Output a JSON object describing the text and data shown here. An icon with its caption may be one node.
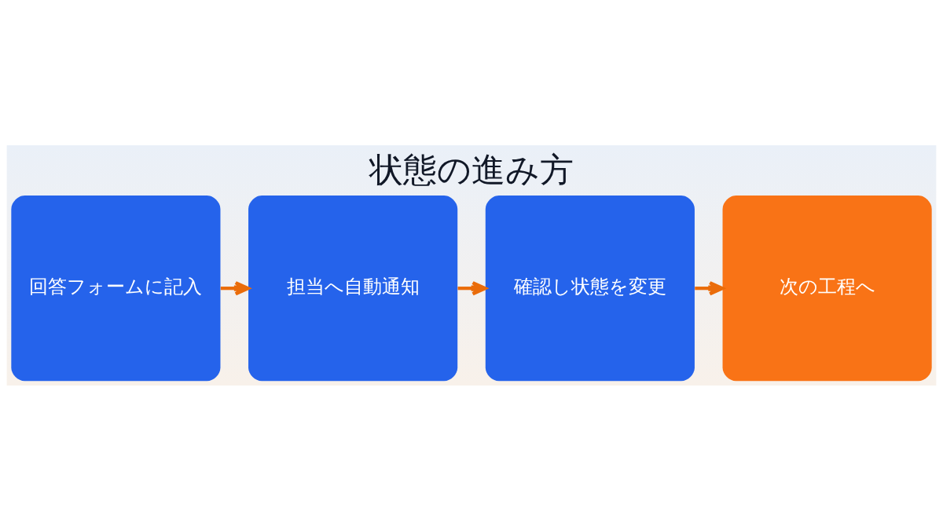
{
  "diagram": {
    "title": "状態の進み方",
    "nodes": [
      {
        "text": [
          "回答フォームに記入"
        ]
      },
      {
        "text": [
          "担当へ自動通知"
        ]
      },
      {
        "text": [
          "確認し状態を変更"
        ]
      },
      {
        "text": [
          "次の工程へ"
        ]
      }
    ],
    "edges": [
      {
        "from": 0,
        "to": 1,
        "arrow": "to"
      },
      {
        "from": 1,
        "to": 2,
        "arrow": "to"
      },
      {
        "from": 2,
        "to": 3,
        "arrow": "to"
      }
    ]
  }
}
